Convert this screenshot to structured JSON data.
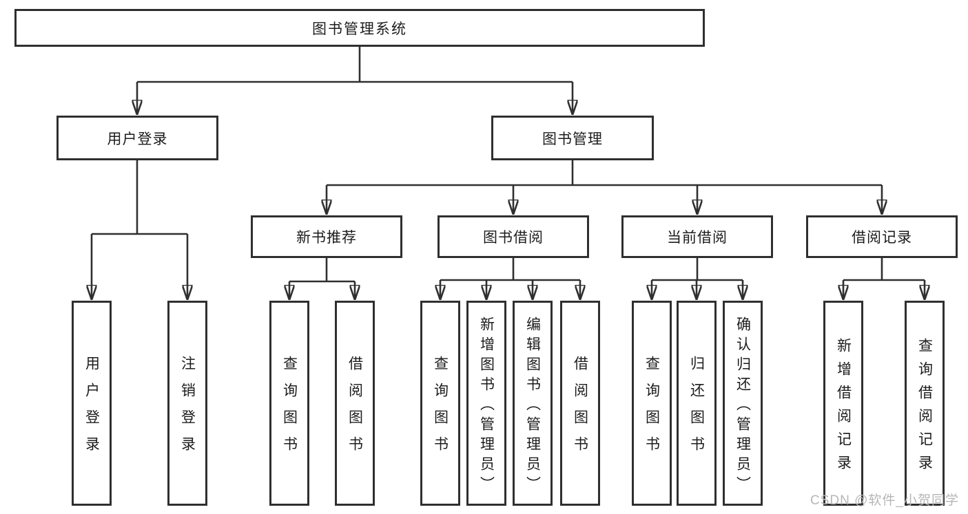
{
  "diagram": {
    "root": {
      "label": "图书管理系统"
    },
    "branches": [
      {
        "label": "用户登录",
        "children": [
          {
            "label": "用户登录"
          },
          {
            "label": "注销登录"
          }
        ]
      },
      {
        "label": "图书管理",
        "children": [
          {
            "label": "新书推荐",
            "children": [
              {
                "label": "查询图书"
              },
              {
                "label": "借阅图书"
              }
            ]
          },
          {
            "label": "图书借阅",
            "children": [
              {
                "label": "查询图书"
              },
              {
                "label": "新增图书（管理员）"
              },
              {
                "label": "编辑图书（管理员）"
              },
              {
                "label": "借阅图书"
              }
            ]
          },
          {
            "label": "当前借阅",
            "children": [
              {
                "label": "查询图书"
              },
              {
                "label": "归还图书"
              },
              {
                "label": "确认归还（管理员）"
              }
            ]
          },
          {
            "label": "借阅记录",
            "children": [
              {
                "label": "新增借阅记录"
              },
              {
                "label": "查询借阅记录"
              }
            ]
          }
        ]
      }
    ]
  },
  "watermark": "CSDN @软件_小贺同学",
  "colors": {
    "line": "#2f2f2f",
    "box_border": "#2f2f2f",
    "text": "#1c1c1c",
    "background": "#ffffff",
    "watermark": "#b6b6b6"
  }
}
